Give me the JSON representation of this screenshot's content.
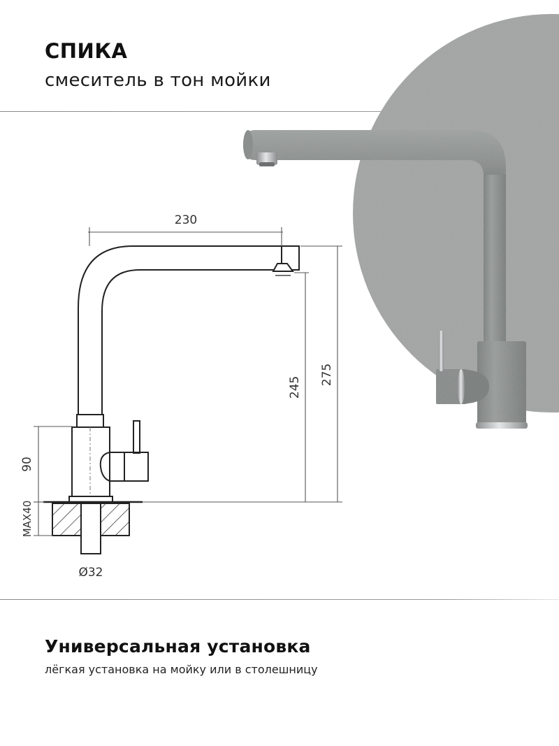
{
  "header": {
    "title": "СПИКА",
    "subtitle": "смеситель в тон мойки"
  },
  "colors": {
    "stone_disc": "#a4a6a5",
    "faucet_body": "#8f9392",
    "chrome": "#c9cbcc",
    "drawing_line": "#222222",
    "dimension_line": "#555555"
  },
  "drawing": {
    "spout_reach": "230",
    "spout_outlet_height": "245",
    "total_height": "275",
    "base_height": "90",
    "max_countertop": "MAX40",
    "mount_diameter": "Ø32"
  },
  "feature": {
    "title": "Универсальная установка",
    "text": "лёгкая установка на мойку или в столешницу"
  }
}
